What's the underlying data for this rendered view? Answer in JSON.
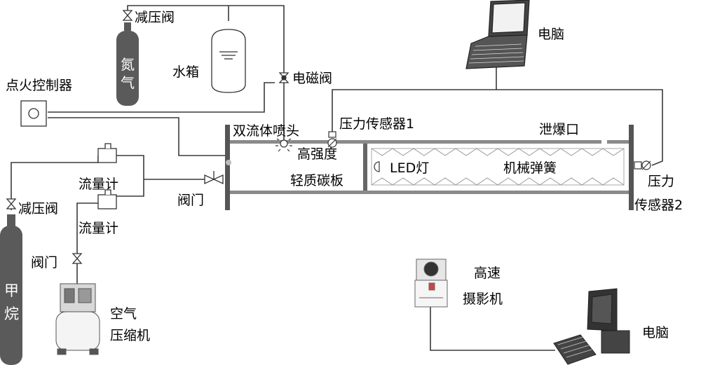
{
  "labels": {
    "reducer_top": "减压阀",
    "nitrogen_char1": "氮",
    "nitrogen_char2": "气",
    "water_tank": "水箱",
    "laptop": "电脑",
    "ignition_controller": "点火控制器",
    "solenoid_valve": "电磁阀",
    "twin_fluid_nozzle": "双流体喷头",
    "pressure_sensor_1": "压力传感器1",
    "vent": "泄爆口",
    "carbon_plate_line1": "高强度",
    "carbon_plate_line2": "轻质碳板",
    "led_lamp": "LED灯",
    "spring": "机械弹簧",
    "pressure_sensor_2_line1": "压力",
    "pressure_sensor_2_line2": "传感器2",
    "flowmeter_top": "流量计",
    "flowmeter_bottom": "流量计",
    "valve_main": "阀门",
    "reducer_bottom": "减压阀",
    "valve_air": "阀门",
    "methane_char1": "甲",
    "methane_char2": "烷",
    "air_compressor_line1": "空气",
    "air_compressor_line2": "压缩机",
    "camera_line1": "高速",
    "camera_line2": "摄影机",
    "desktop": "电脑"
  },
  "colors": {
    "line": "#3a3a3a",
    "cylinder": "#5a5a5a",
    "tube_wall": "#8a8a8a",
    "spring": "#9a9a9a"
  }
}
